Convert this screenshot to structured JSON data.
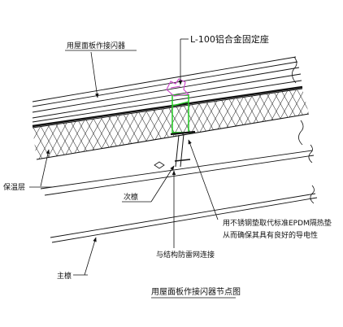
{
  "labels": {
    "bracket": "L-100铝合金固定座",
    "roof_panel": "用屋面板作接闪器",
    "insulation": "保温层",
    "purlin": "次檩",
    "main_beam": "主檩",
    "grounding": "与结构防雷网连接",
    "epdm_line1": "用不锈钢垫取代标准EPDM隔热垫",
    "epdm_line2": "从而确保其具有良好的导电性",
    "caption": "用屋面板作接闪器节点图"
  },
  "colors": {
    "line": "#111111",
    "bracket": "#22cc22",
    "clip": "#cc44cc"
  }
}
